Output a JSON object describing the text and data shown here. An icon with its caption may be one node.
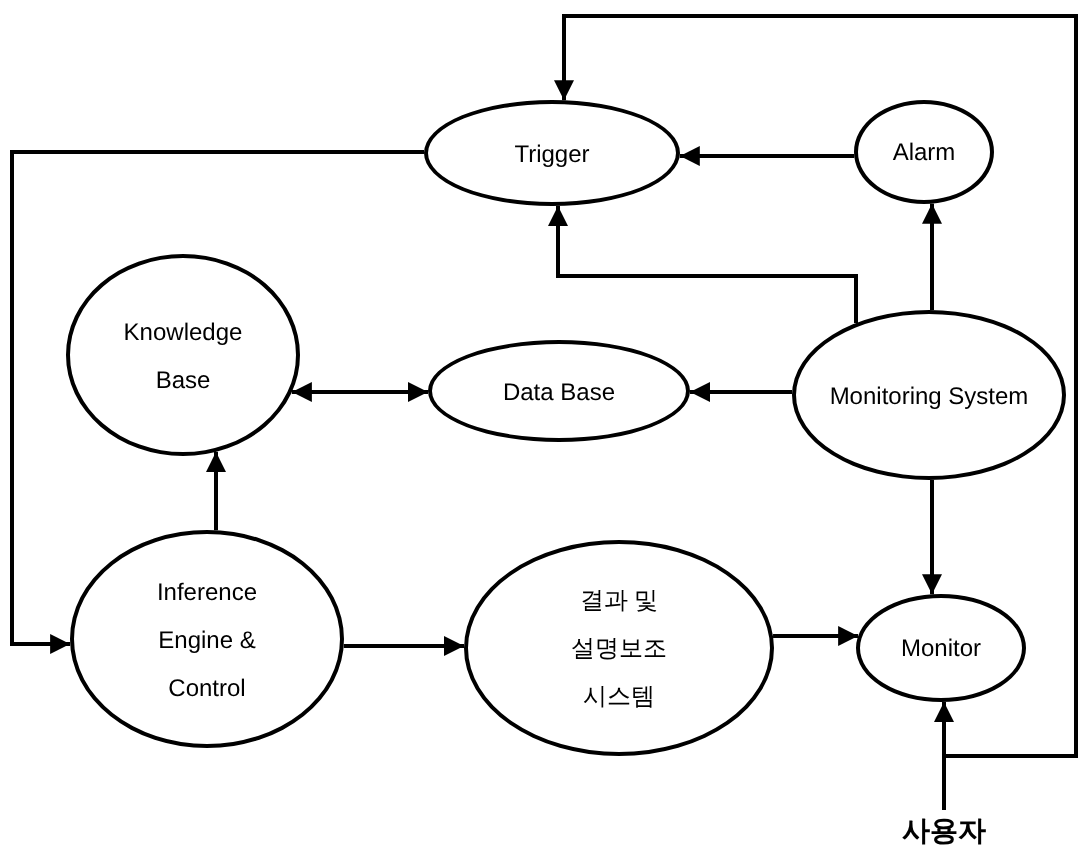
{
  "diagram": {
    "nodes": [
      {
        "text": [
          "Trigger"
        ]
      },
      {
        "text": [
          "Alarm"
        ]
      },
      {
        "text": [
          "Knowledge Base"
        ]
      },
      {
        "text": [
          "Data Base"
        ]
      },
      {
        "text": [
          "Monitoring System"
        ]
      },
      {
        "text": [
          "Inference Engine & Control"
        ]
      },
      {
        "text": [
          "결과 및 설명보조 시스템"
        ]
      },
      {
        "text": [
          "Monitor"
        ]
      },
      {
        "text": [
          "사용자"
        ]
      }
    ],
    "edges": [
      {
        "from": 0,
        "to": 5,
        "arrow": "to"
      },
      {
        "from": 8,
        "to": 0,
        "arrow": "to"
      },
      {
        "from": 1,
        "to": 0,
        "arrow": "to"
      },
      {
        "from": 4,
        "to": 0,
        "arrow": "to"
      },
      {
        "from": 4,
        "to": 1,
        "arrow": "to"
      },
      {
        "from": 4,
        "to": 3,
        "arrow": "to"
      },
      {
        "from": 2,
        "to": 3,
        "arrow": "both"
      },
      {
        "from": 5,
        "to": 2,
        "arrow": "to"
      },
      {
        "from": 5,
        "to": 6,
        "arrow": "to"
      },
      {
        "from": 6,
        "to": 7,
        "arrow": "to"
      },
      {
        "from": 4,
        "to": 7,
        "arrow": "to"
      },
      {
        "from": 8,
        "to": 7,
        "arrow": "to"
      }
    ]
  }
}
